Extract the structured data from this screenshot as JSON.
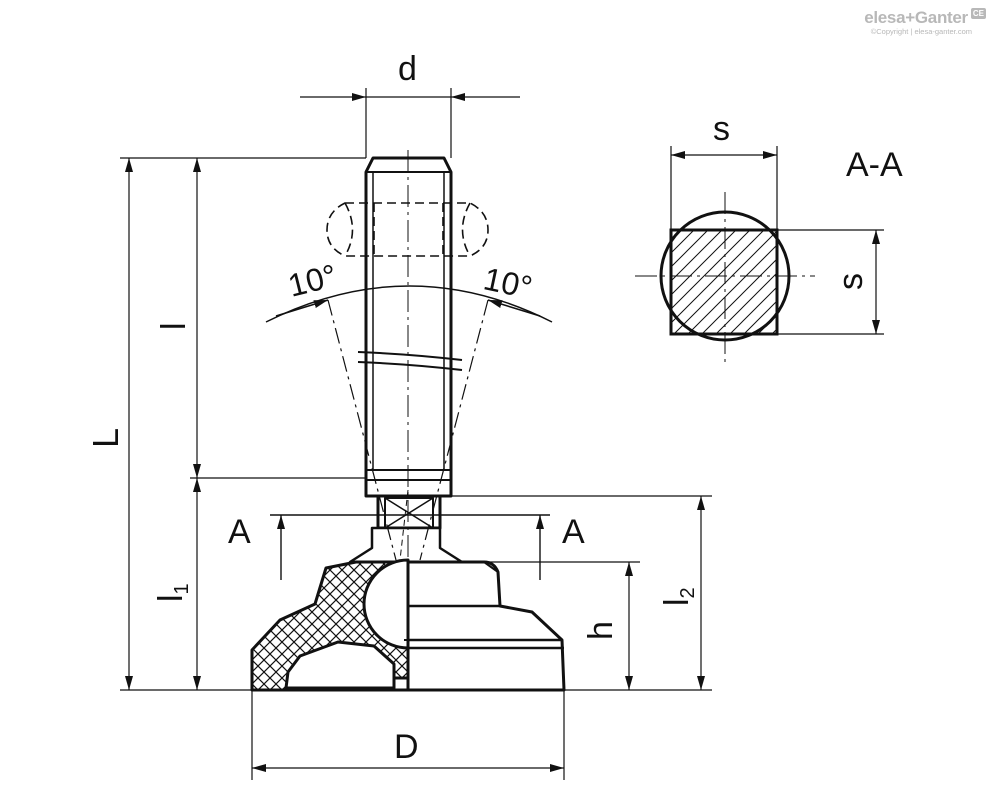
{
  "brand": {
    "name": "elesa+Ganter",
    "mark": "CE",
    "copyright": "©Copyright | elesa-ganter.com"
  },
  "labels": {
    "d": "d",
    "s_top": "s",
    "s_side": "s",
    "section_title": "A-A",
    "angle_left": "10°",
    "angle_right": "10°",
    "L": "L",
    "l": "l",
    "l1_main": "l",
    "l1_sub": "1",
    "l2_main": "l",
    "l2_sub": "2",
    "h": "h",
    "D": "D",
    "section_left": "A",
    "section_right": "A"
  }
}
